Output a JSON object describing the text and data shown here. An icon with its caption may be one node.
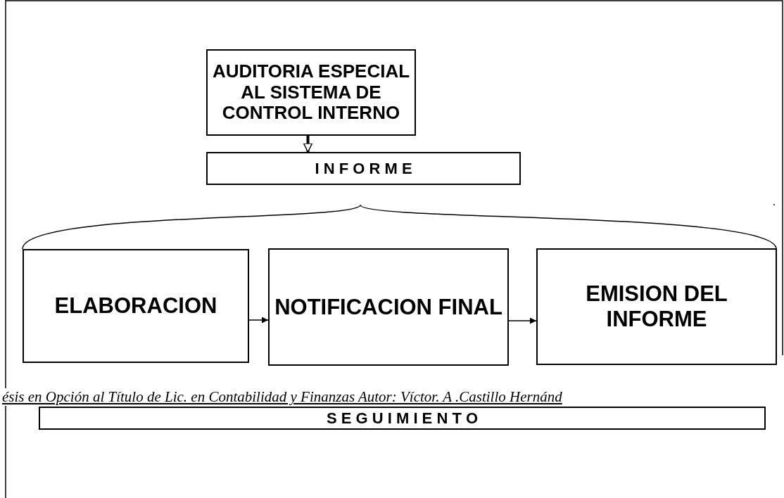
{
  "diagram": {
    "nodes": [
      {
        "text": [
          "AUDITORIA ESPECIAL AL SISTEMA DE CONTROL INTERNO"
        ]
      },
      {
        "text": [
          "I N F O R M E"
        ]
      },
      {
        "text": [
          "ELABORACION"
        ]
      },
      {
        "text": [
          "NOTIFICACION FINAL"
        ]
      },
      {
        "text": [
          "EMISION DEL INFORME"
        ]
      },
      {
        "text": [
          "S E G U I M I E N T O"
        ]
      }
    ],
    "edges": [
      {
        "from": 0,
        "to": 1,
        "arrow": "to",
        "style": "thick"
      },
      {
        "from": 2,
        "to": 3,
        "arrow": "to"
      },
      {
        "from": 3,
        "to": 4,
        "arrow": "to"
      }
    ],
    "labels": [
      ".",
      "ésis en Opción al Título de Lic. en Contabilidad y Finanzas  Autor: Víctor. A .Castillo Hernánd"
    ]
  }
}
